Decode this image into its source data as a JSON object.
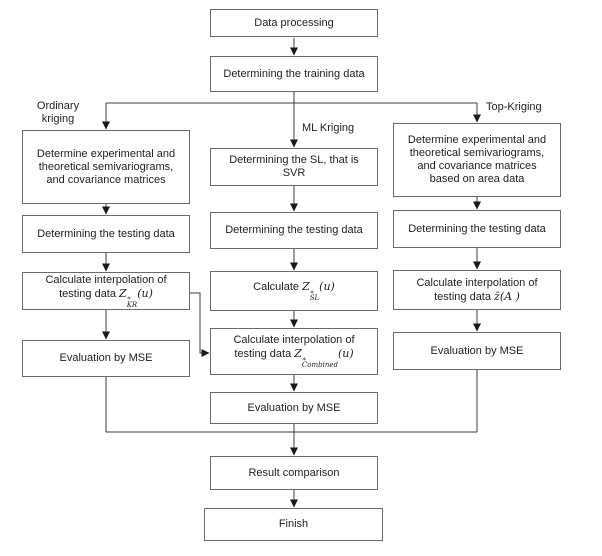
{
  "colors": {
    "background": "#ffffff",
    "box_border": "#6b6b6b",
    "text": "#1f1f1f",
    "connector": "#3c3c3c",
    "arrowhead": "#1a1a1a"
  },
  "flowchart": {
    "branch_labels": {
      "left": "Ordinary kriging",
      "middle": "ML Kriging",
      "right": "Top-Kriging"
    },
    "nodes": {
      "data_processing": "Data processing",
      "training": "Determining the training data",
      "ok_variograms": "Determine experimental and theoretical semivariograms, and covariance matrices",
      "ml_svr": "Determining the SL, that is SVR",
      "tk_variograms": "Determine experimental and theoretical semivariograms, and covariance matrices based on area data",
      "ok_testing": "Determining the testing data",
      "ml_testing": "Determining the testing data",
      "tk_testing": "Determining the testing data",
      "ok_interp": {
        "line1": "Calculate interpolation of",
        "line2_prefix": "testing data",
        "math": {
          "base": "Z",
          "sup": "∗",
          "sub": "KR",
          "args": "(u)"
        }
      },
      "ml_sl": {
        "prefix": "Calculate",
        "math": {
          "base": "Z",
          "sup": "∗",
          "sub": "SL",
          "args": "(u)"
        }
      },
      "ml_combined": {
        "line1": "Calculate interpolation of",
        "line2_prefix": "testing data",
        "math": {
          "base": "Z",
          "sup": "∗",
          "sub": "Combined",
          "args": "(u)"
        }
      },
      "tk_interp": {
        "line1": "Calculate interpolation of",
        "line2_prefix": "testing data",
        "math": {
          "base": "z̄",
          "args": "(A )"
        }
      },
      "ok_mse": "Evaluation by MSE",
      "ml_mse": "Evaluation by MSE",
      "tk_mse": "Evaluation by MSE",
      "result": "Result comparison",
      "finish": "Finish"
    }
  }
}
